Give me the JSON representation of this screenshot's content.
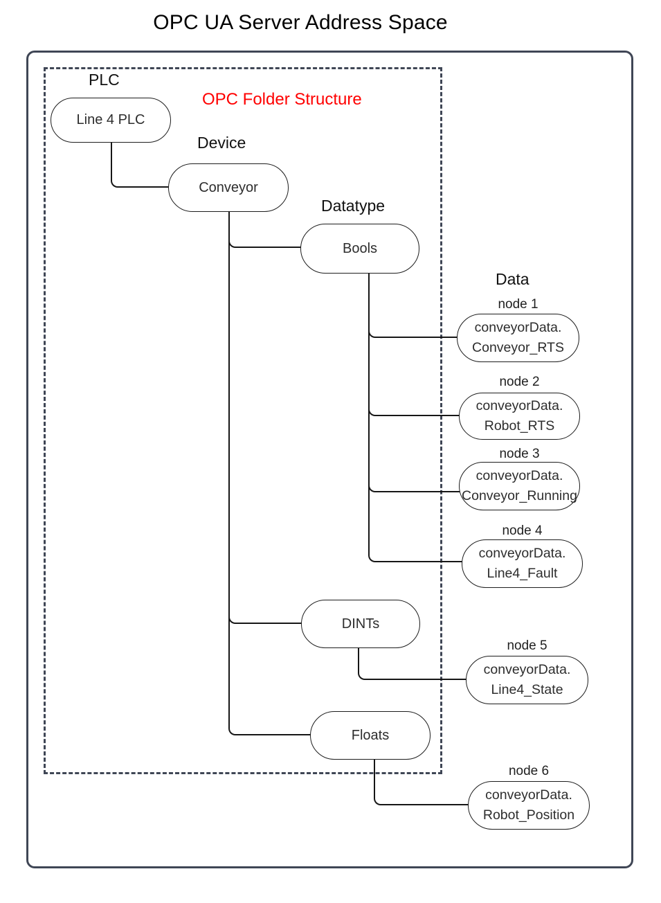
{
  "title": "OPC UA Server Address Space",
  "labels": {
    "plc": "PLC",
    "device": "Device",
    "datatype": "Datatype",
    "data": "Data",
    "folder_structure": "OPC Folder Structure"
  },
  "colors": {
    "folder_structure_label": "#ff0000",
    "frame": "#3f4655",
    "connector": "#161616"
  },
  "nodes": {
    "plc": {
      "label": "Line 4 PLC"
    },
    "device": {
      "label": "Conveyor"
    },
    "datatypes": [
      {
        "label": "Bools"
      },
      {
        "label": "DINTs"
      },
      {
        "label": "Floats"
      }
    ],
    "data_nodes": [
      {
        "name": "node 1",
        "line1": "conveyorData.",
        "line2": "Conveyor_RTS",
        "parent": "Bools"
      },
      {
        "name": "node 2",
        "line1": "conveyorData.",
        "line2": "Robot_RTS",
        "parent": "Bools"
      },
      {
        "name": "node 3",
        "line1": "conveyorData.",
        "line2": "Conveyor_Running",
        "parent": "Bools"
      },
      {
        "name": "node 4",
        "line1": "conveyorData.",
        "line2": "Line4_Fault",
        "parent": "Bools"
      },
      {
        "name": "node 5",
        "line1": "conveyorData.",
        "line2": "Line4_State",
        "parent": "DINTs"
      },
      {
        "name": "node 6",
        "line1": "conveyorData.",
        "line2": "Robot_Position",
        "parent": "Floats"
      }
    ]
  }
}
